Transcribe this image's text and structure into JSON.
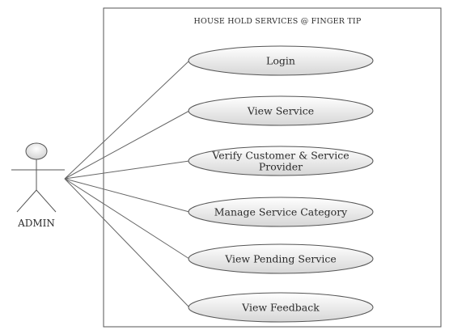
{
  "system": {
    "title": "HOUSE HOLD SERVICES @ FINGER TIP"
  },
  "actor": {
    "label": "ADMIN"
  },
  "use_cases": [
    {
      "lines": [
        "Login"
      ]
    },
    {
      "lines": [
        "View Service"
      ]
    },
    {
      "lines": [
        "Verify Customer & Service",
        "Provider"
      ]
    },
    {
      "lines": [
        "Manage Service Category"
      ]
    },
    {
      "lines": [
        "View Pending Service"
      ]
    },
    {
      "lines": [
        "View Feedback"
      ]
    }
  ],
  "colors": {
    "stroke": "#555555",
    "ellipse_fill_top": "#ffffff",
    "ellipse_fill_bottom": "#dcdcdc",
    "text": "#2b2b2b"
  }
}
